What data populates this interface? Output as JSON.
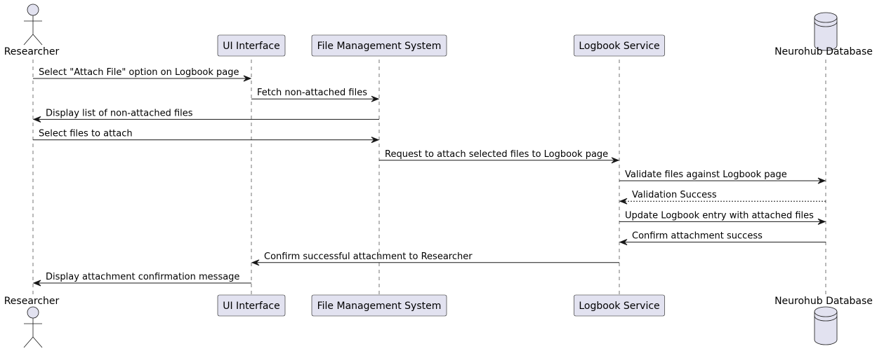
{
  "colors": {
    "participant_fill": "#e2e2f0",
    "participant_stroke": "#181818",
    "lifeline": "#181818",
    "arrow": "#181818",
    "text": "#000000"
  },
  "participants": [
    {
      "id": "researcher",
      "label": "Researcher",
      "kind": "actor"
    },
    {
      "id": "ui",
      "label": "UI Interface",
      "kind": "box"
    },
    {
      "id": "fms",
      "label": "File Management System",
      "kind": "box"
    },
    {
      "id": "logbook",
      "label": "Logbook Service",
      "kind": "box"
    },
    {
      "id": "db",
      "label": "Neurohub Database",
      "kind": "database"
    }
  ],
  "messages": [
    {
      "from": "researcher",
      "to": "ui",
      "label": "Select \"Attach File\" option on Logbook page",
      "style": "solid"
    },
    {
      "from": "ui",
      "to": "fms",
      "label": "Fetch non-attached files",
      "style": "solid"
    },
    {
      "from": "fms",
      "to": "researcher",
      "label": "Display list of non-attached files",
      "style": "solid"
    },
    {
      "from": "researcher",
      "to": "fms",
      "label": "Select files to attach",
      "style": "solid"
    },
    {
      "from": "fms",
      "to": "logbook",
      "label": "Request to attach selected files to Logbook page",
      "style": "solid"
    },
    {
      "from": "logbook",
      "to": "db",
      "label": "Validate files against Logbook page",
      "style": "solid"
    },
    {
      "from": "db",
      "to": "logbook",
      "label": "Validation Success",
      "style": "dashed"
    },
    {
      "from": "logbook",
      "to": "db",
      "label": "Update Logbook entry with attached files",
      "style": "solid"
    },
    {
      "from": "db",
      "to": "logbook",
      "label": "Confirm attachment success",
      "style": "solid"
    },
    {
      "from": "logbook",
      "to": "ui",
      "label": "Confirm successful attachment to Researcher",
      "style": "solid"
    },
    {
      "from": "ui",
      "to": "researcher",
      "label": "Display attachment confirmation message",
      "style": "solid"
    }
  ]
}
